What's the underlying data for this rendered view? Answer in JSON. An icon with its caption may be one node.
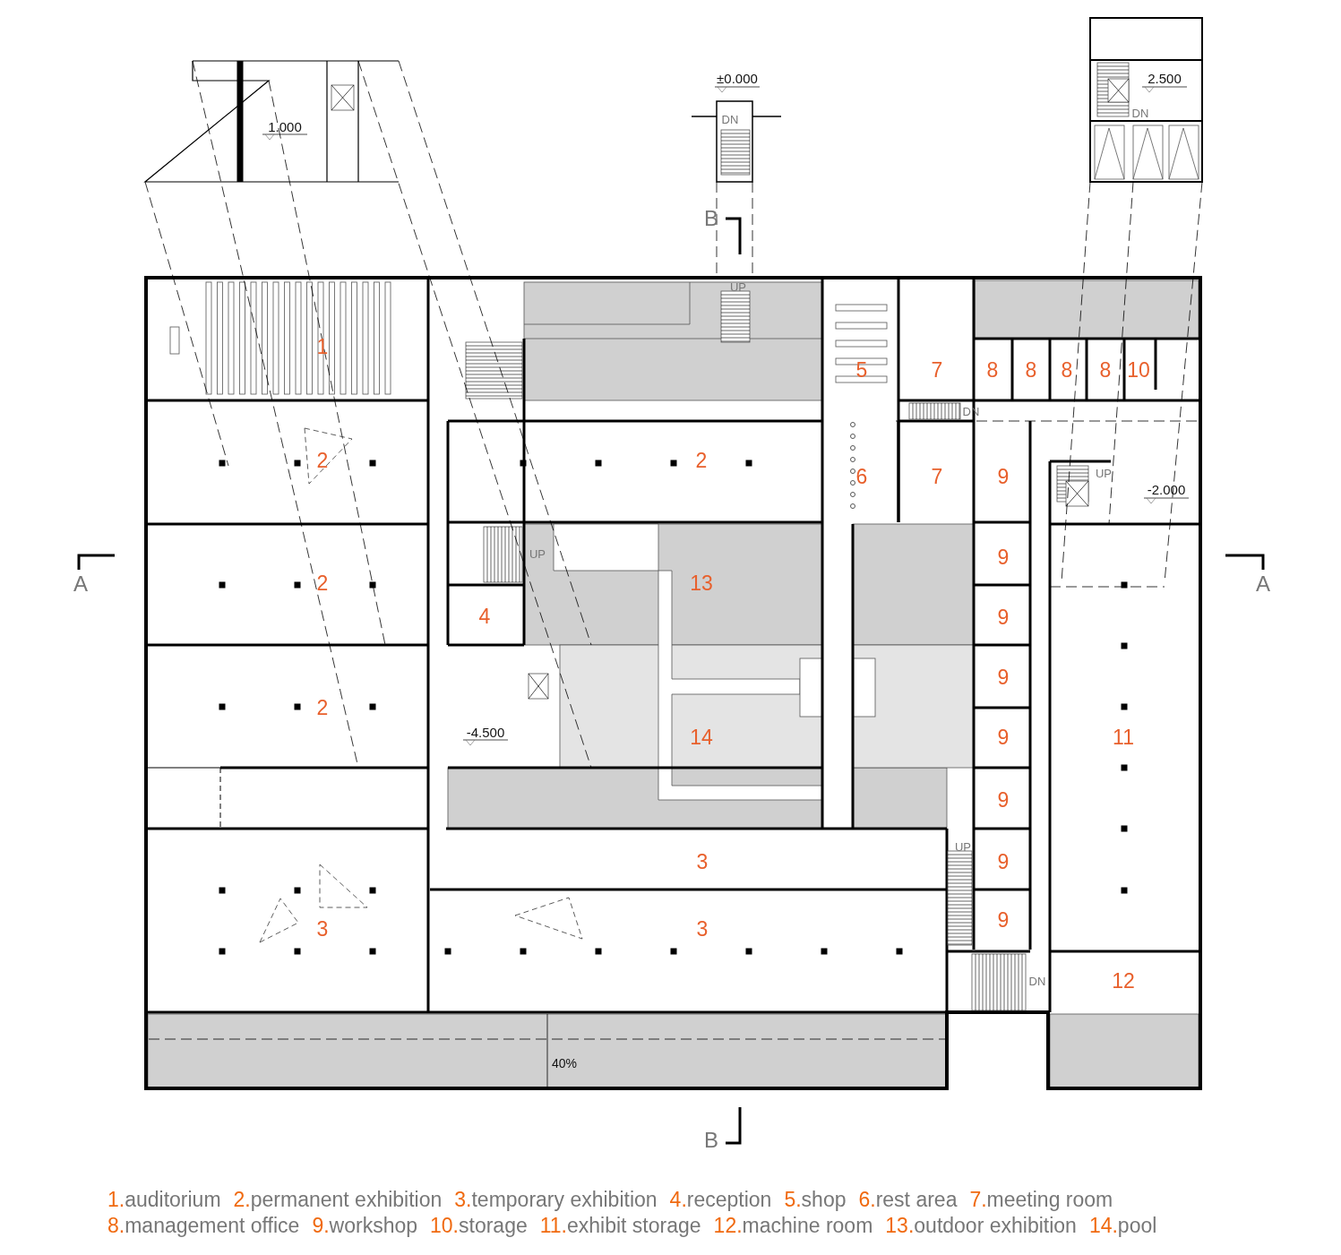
{
  "diagram": {
    "labels": [
      "1.000",
      "±0.000",
      "2.500",
      "DN",
      "DN",
      "B",
      "UP",
      "1",
      "5",
      "7",
      "8",
      "8",
      "8",
      "8",
      "10",
      "DN",
      "2",
      "2",
      "6",
      "7",
      "9",
      "UP",
      "-2.000",
      "UP",
      "9",
      "A",
      "2",
      "13",
      "A",
      "4",
      "9",
      "9",
      "2",
      "-4.500",
      "14",
      "9",
      "11",
      "9",
      "UP",
      "3",
      "9",
      "3",
      "3",
      "9",
      "DN",
      "12",
      "40%",
      "B",
      "1.auditorium",
      "2.permanent exhibition",
      "3.temporary exhibition",
      "4.reception",
      "5.shop",
      "6.rest area",
      "7.meeting room",
      "8.management office",
      "9.workshop",
      "10.storage",
      "11.exhibit storage",
      "12.machine room",
      "13.outdoor exhibition",
      "14.pool"
    ]
  }
}
